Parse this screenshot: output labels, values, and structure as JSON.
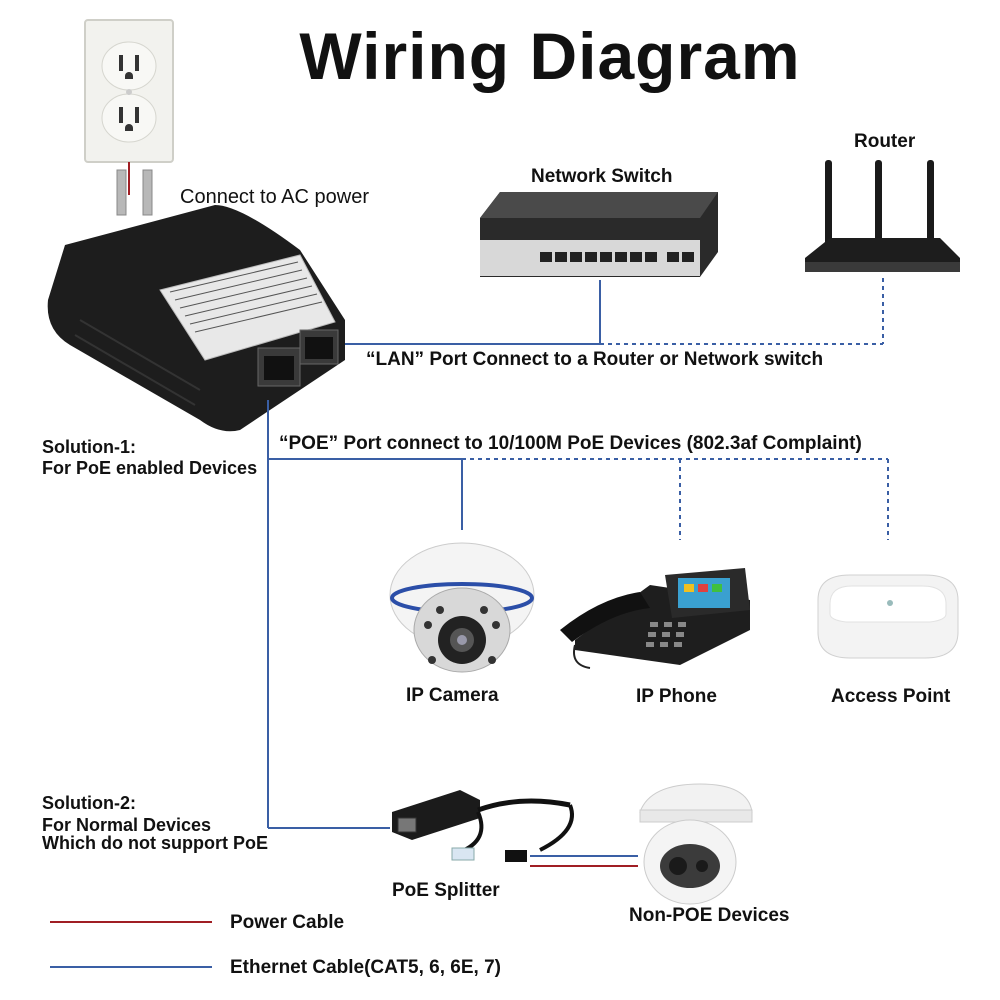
{
  "title": "Wiring Diagram",
  "labels": {
    "ac_power": "Connect to AC power",
    "network_switch": "Network Switch",
    "router": "Router",
    "lan_port": "“LAN” Port Connect to a Router or Network switch",
    "poe_port": "“POE” Port connect to 10/100M PoE Devices (802.3af Complaint)",
    "ip_camera": "IP Camera",
    "ip_phone": "IP Phone",
    "access_point": "Access Point",
    "poe_splitter": "PoE Splitter",
    "non_poe_devices": "Non-POE Devices"
  },
  "solutions": {
    "s1_title": "Solution-1:",
    "s1_desc": "For PoE enabled Devices",
    "s2_title": "Solution-2:",
    "s2_line1": "For Normal Devices",
    "s2_line2": "Which do not support PoE"
  },
  "legend": {
    "power_cable": "Power Cable",
    "ethernet_cable": "Ethernet Cable(CAT5, 6, 6E, 7)"
  },
  "colors": {
    "ethernet": "#3a5fa5",
    "power": "#a01e24"
  }
}
